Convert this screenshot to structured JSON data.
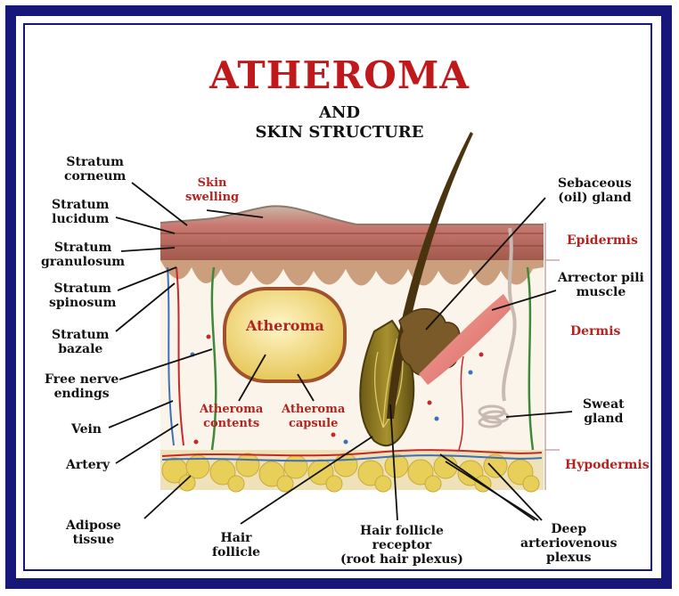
{
  "title": "ATHEROMA",
  "subtitle_line1": "AND",
  "subtitle_line2": "SKIN STRUCTURE",
  "colors": {
    "frame": "#17177a",
    "title": "#c0191c",
    "red_label": "#b3231f",
    "fat": "#e8cf5a"
  },
  "labels": {
    "stratum_corneum": [
      "Stratum",
      "corneum"
    ],
    "stratum_lucidum": [
      "Stratum",
      "lucidum"
    ],
    "stratum_granulosum": [
      "Stratum",
      "granulosum"
    ],
    "stratum_spinosum": [
      "Stratum",
      "spinosum"
    ],
    "stratum_bazale": [
      "Stratum",
      "bazale"
    ],
    "free_nerve_endings": [
      "Free nerve",
      "endings"
    ],
    "vein": "Vein",
    "artery": "Artery",
    "adipose_tissue": [
      "Adipose",
      "tissue"
    ],
    "skin_swelling": [
      "Skin",
      "swelling"
    ],
    "atheroma": "Atheroma",
    "atheroma_contents": [
      "Atheroma",
      "contents"
    ],
    "atheroma_capsule": [
      "Atheroma",
      "capsule"
    ],
    "hair_follicle": [
      "Hair",
      "follicle"
    ],
    "hair_follicle_receptor": [
      "Hair follicle",
      "receptor",
      "(root hair plexus)"
    ],
    "deep_plexus": [
      "Deep",
      "arteriovenous",
      "plexus"
    ],
    "sebaceous_gland": [
      "Sebaceous",
      "(oil) gland"
    ],
    "arrector_pili": [
      "Arrector pili",
      "muscle"
    ],
    "sweat_gland": [
      "Sweat",
      "gland"
    ]
  },
  "layers": {
    "epidermis": "Epidermis",
    "dermis": "Dermis",
    "hypodermis": "Hypodermis"
  }
}
